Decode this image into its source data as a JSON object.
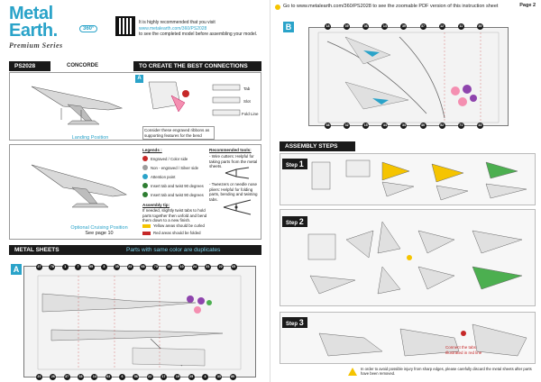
{
  "brand": {
    "line1": "Metal",
    "line2": "Earth.",
    "sub": "Premium Series",
    "badge": "360°"
  },
  "intro": {
    "line1": "It is highly recommended that you visit",
    "url": "www.metalearth.com/360/PS2028",
    "line2": "to see the completed model before assembling your model."
  },
  "model": {
    "code": "PS2028",
    "name": "CONCORDE"
  },
  "connections": {
    "title": "TO CREATE THE BEST CONNECTIONS",
    "tab_label": "Tab",
    "slot_label": "Slot",
    "fold_label": "Fold Line",
    "note": "Consider these engraved ribbons as supporting features for the bend"
  },
  "positions": {
    "landing": "Landing Position",
    "cruising_1": "Optional Cruising Position",
    "cruising_2": "See page 10"
  },
  "legend": {
    "title": "Legends :",
    "items": [
      {
        "label": "Engraved / Color side",
        "color": "#c62828"
      },
      {
        "label": "Non - engraved / Silver side",
        "color": "#9e9e9e"
      },
      {
        "label": "Attention point",
        "color": "#2aa3c9"
      },
      {
        "label": "Insert tab and twist 90 degrees",
        "color": "#2e7d32"
      },
      {
        "label": "Insert tab and twist 90 degrees",
        "color": "#2e7d32"
      }
    ]
  },
  "tools": {
    "title": "Recommended tools:",
    "line1": "- Wire cutters: Helpful for taking parts from the metal sheets.",
    "line2": "- Tweezers or needle nose pliers: Helpful for folding parts, bending and twisting tabs.",
    "assembly_title": "Assembly tip:",
    "assembly_text": "If needed, slightly twist tabs to hold parts together then unfold and bend them down to a new finish.",
    "yellow_text": "Yellow areas should be curled",
    "red_text": "Red areas should be folded"
  },
  "metal_sheets": {
    "title": "METAL SHEETS",
    "note": "Parts with same color are duplicates",
    "sheet_a": "A",
    "sheet_b": "B"
  },
  "page2": {
    "page_label": "Page 2",
    "url_line": "Go to www.metalearth.com/360/PS2028 to see the zoomable PDF version of this instruction sheet"
  },
  "assembly": {
    "title": "ASSEMBLY STEPS",
    "steps": [
      {
        "label": "Step",
        "num": "1"
      },
      {
        "label": "Step",
        "num": "2"
      },
      {
        "label": "Step",
        "num": "3"
      }
    ],
    "step3_note1": "Connect the tabs",
    "step3_note2": "Illustrated in red line",
    "warning": "In order to avoid possible injury from sharp edges, please carefully discard the metal sheets after parts have been removed."
  },
  "sheet_a_numbers": [
    "27",
    "78",
    "1",
    "7",
    "55",
    "3",
    "35",
    "23",
    "68",
    "73",
    "13",
    "10",
    "24",
    "31",
    "22",
    "65",
    "21",
    "26",
    "37",
    "33",
    "14",
    "63",
    "6",
    "56",
    "22",
    "17",
    "19",
    "25",
    "4",
    "33",
    "80"
  ],
  "sheet_b_numbers": [
    "18",
    "39",
    "36",
    "14",
    "39",
    "37",
    "12",
    "11",
    "39",
    "38",
    "32",
    "15",
    "44",
    "34",
    "40",
    "52",
    "71",
    "43"
  ],
  "colors": {
    "accent": "#2aa3c9",
    "dark": "#1a1a1a",
    "purple": "#8e44ad",
    "pink": "#f48fb1",
    "yellow": "#f5c400"
  }
}
